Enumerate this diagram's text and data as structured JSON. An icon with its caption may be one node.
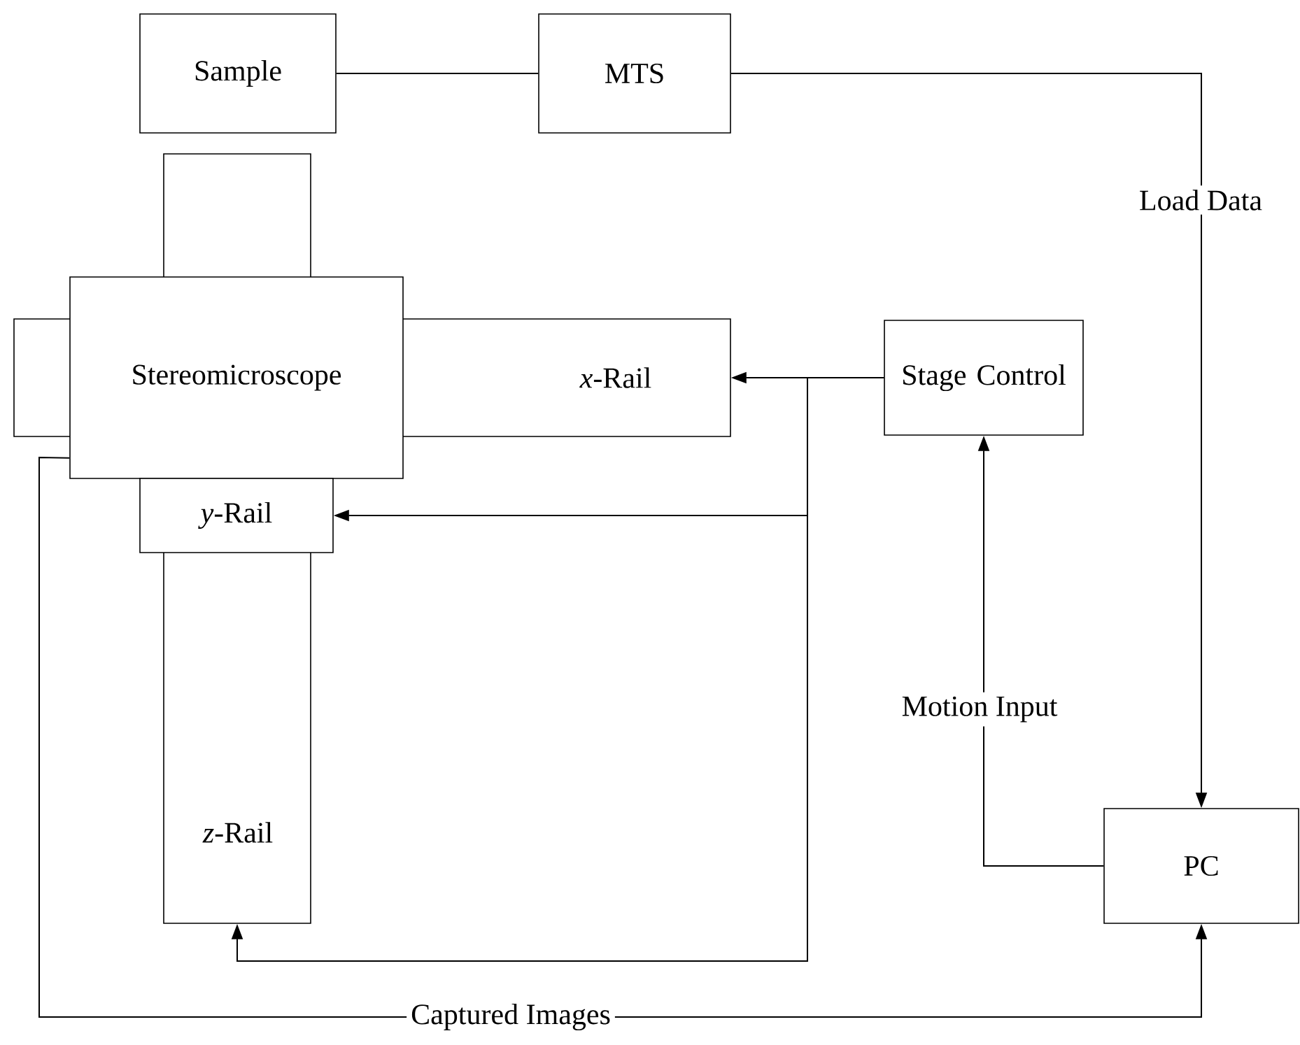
{
  "diagram": {
    "nodes": [
      {
        "text": [
          "Sample"
        ]
      },
      {
        "text": [
          "MTS"
        ]
      },
      {
        "text": [
          "Stereomicroscope"
        ]
      },
      {
        "text": [
          "*x*-Rail"
        ]
      },
      {
        "text": [
          "Stage Control"
        ]
      },
      {
        "text": [
          "*y*-Rail"
        ]
      },
      {
        "text": [
          "*z*-Rail"
        ]
      },
      {
        "text": [
          "PC"
        ]
      }
    ],
    "edges": [
      {
        "from": 0,
        "to": 1,
        "arrow": "none"
      },
      {
        "from": 1,
        "to": 7,
        "arrow": "to",
        "label": "Load Data"
      },
      {
        "from": 4,
        "to": 3,
        "arrow": "to"
      },
      {
        "from": 4,
        "to": 5,
        "arrow": "to"
      },
      {
        "from": 4,
        "to": 6,
        "arrow": "to"
      },
      {
        "from": 7,
        "to": 4,
        "arrow": "to",
        "label": "Motion Input"
      },
      {
        "from": 2,
        "to": 7,
        "arrow": "to",
        "label": "Captured Images"
      }
    ]
  }
}
